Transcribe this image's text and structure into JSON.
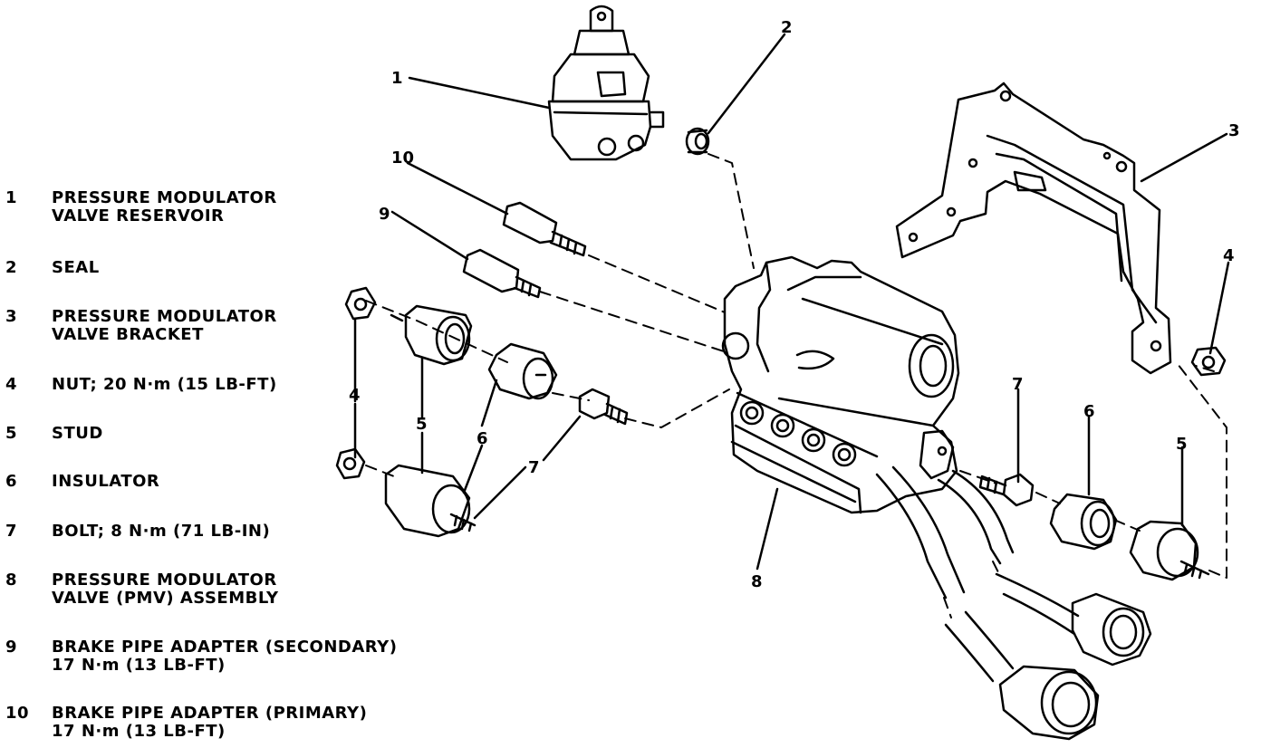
{
  "legend": [
    {
      "num": "1",
      "lines": [
        "PRESSURE MODULATOR",
        "VALVE RESERVOIR"
      ]
    },
    {
      "num": "2",
      "lines": [
        "SEAL"
      ]
    },
    {
      "num": "3",
      "lines": [
        "PRESSURE MODULATOR",
        "VALVE BRACKET"
      ]
    },
    {
      "num": "4",
      "lines": [
        "NUT; 20 N·m (15 LB-FT)"
      ]
    },
    {
      "num": "5",
      "lines": [
        "STUD"
      ]
    },
    {
      "num": "6",
      "lines": [
        "INSULATOR"
      ]
    },
    {
      "num": "7",
      "lines": [
        "BOLT; 8 N·m (71 LB-IN)"
      ]
    },
    {
      "num": "8",
      "lines": [
        "PRESSURE MODULATOR",
        "VALVE (PMV) ASSEMBLY"
      ]
    },
    {
      "num": "9",
      "lines": [
        "BRAKE PIPE ADAPTER (SECONDARY)",
        "17 N·m (13 LB-FT)"
      ]
    },
    {
      "num": "10",
      "lines": [
        "BRAKE PIPE ADAPTER (PRIMARY)",
        "17 N·m (13 LB-FT)"
      ]
    }
  ],
  "callouts": {
    "c1": "1",
    "c2": "2",
    "c3": "3",
    "c4a": "4",
    "c4b": "4",
    "c5a": "5",
    "c5b": "5",
    "c6a": "6",
    "c6b": "6",
    "c7a": "7",
    "c7b": "7",
    "c8": "8",
    "c9": "9",
    "c10": "10"
  }
}
